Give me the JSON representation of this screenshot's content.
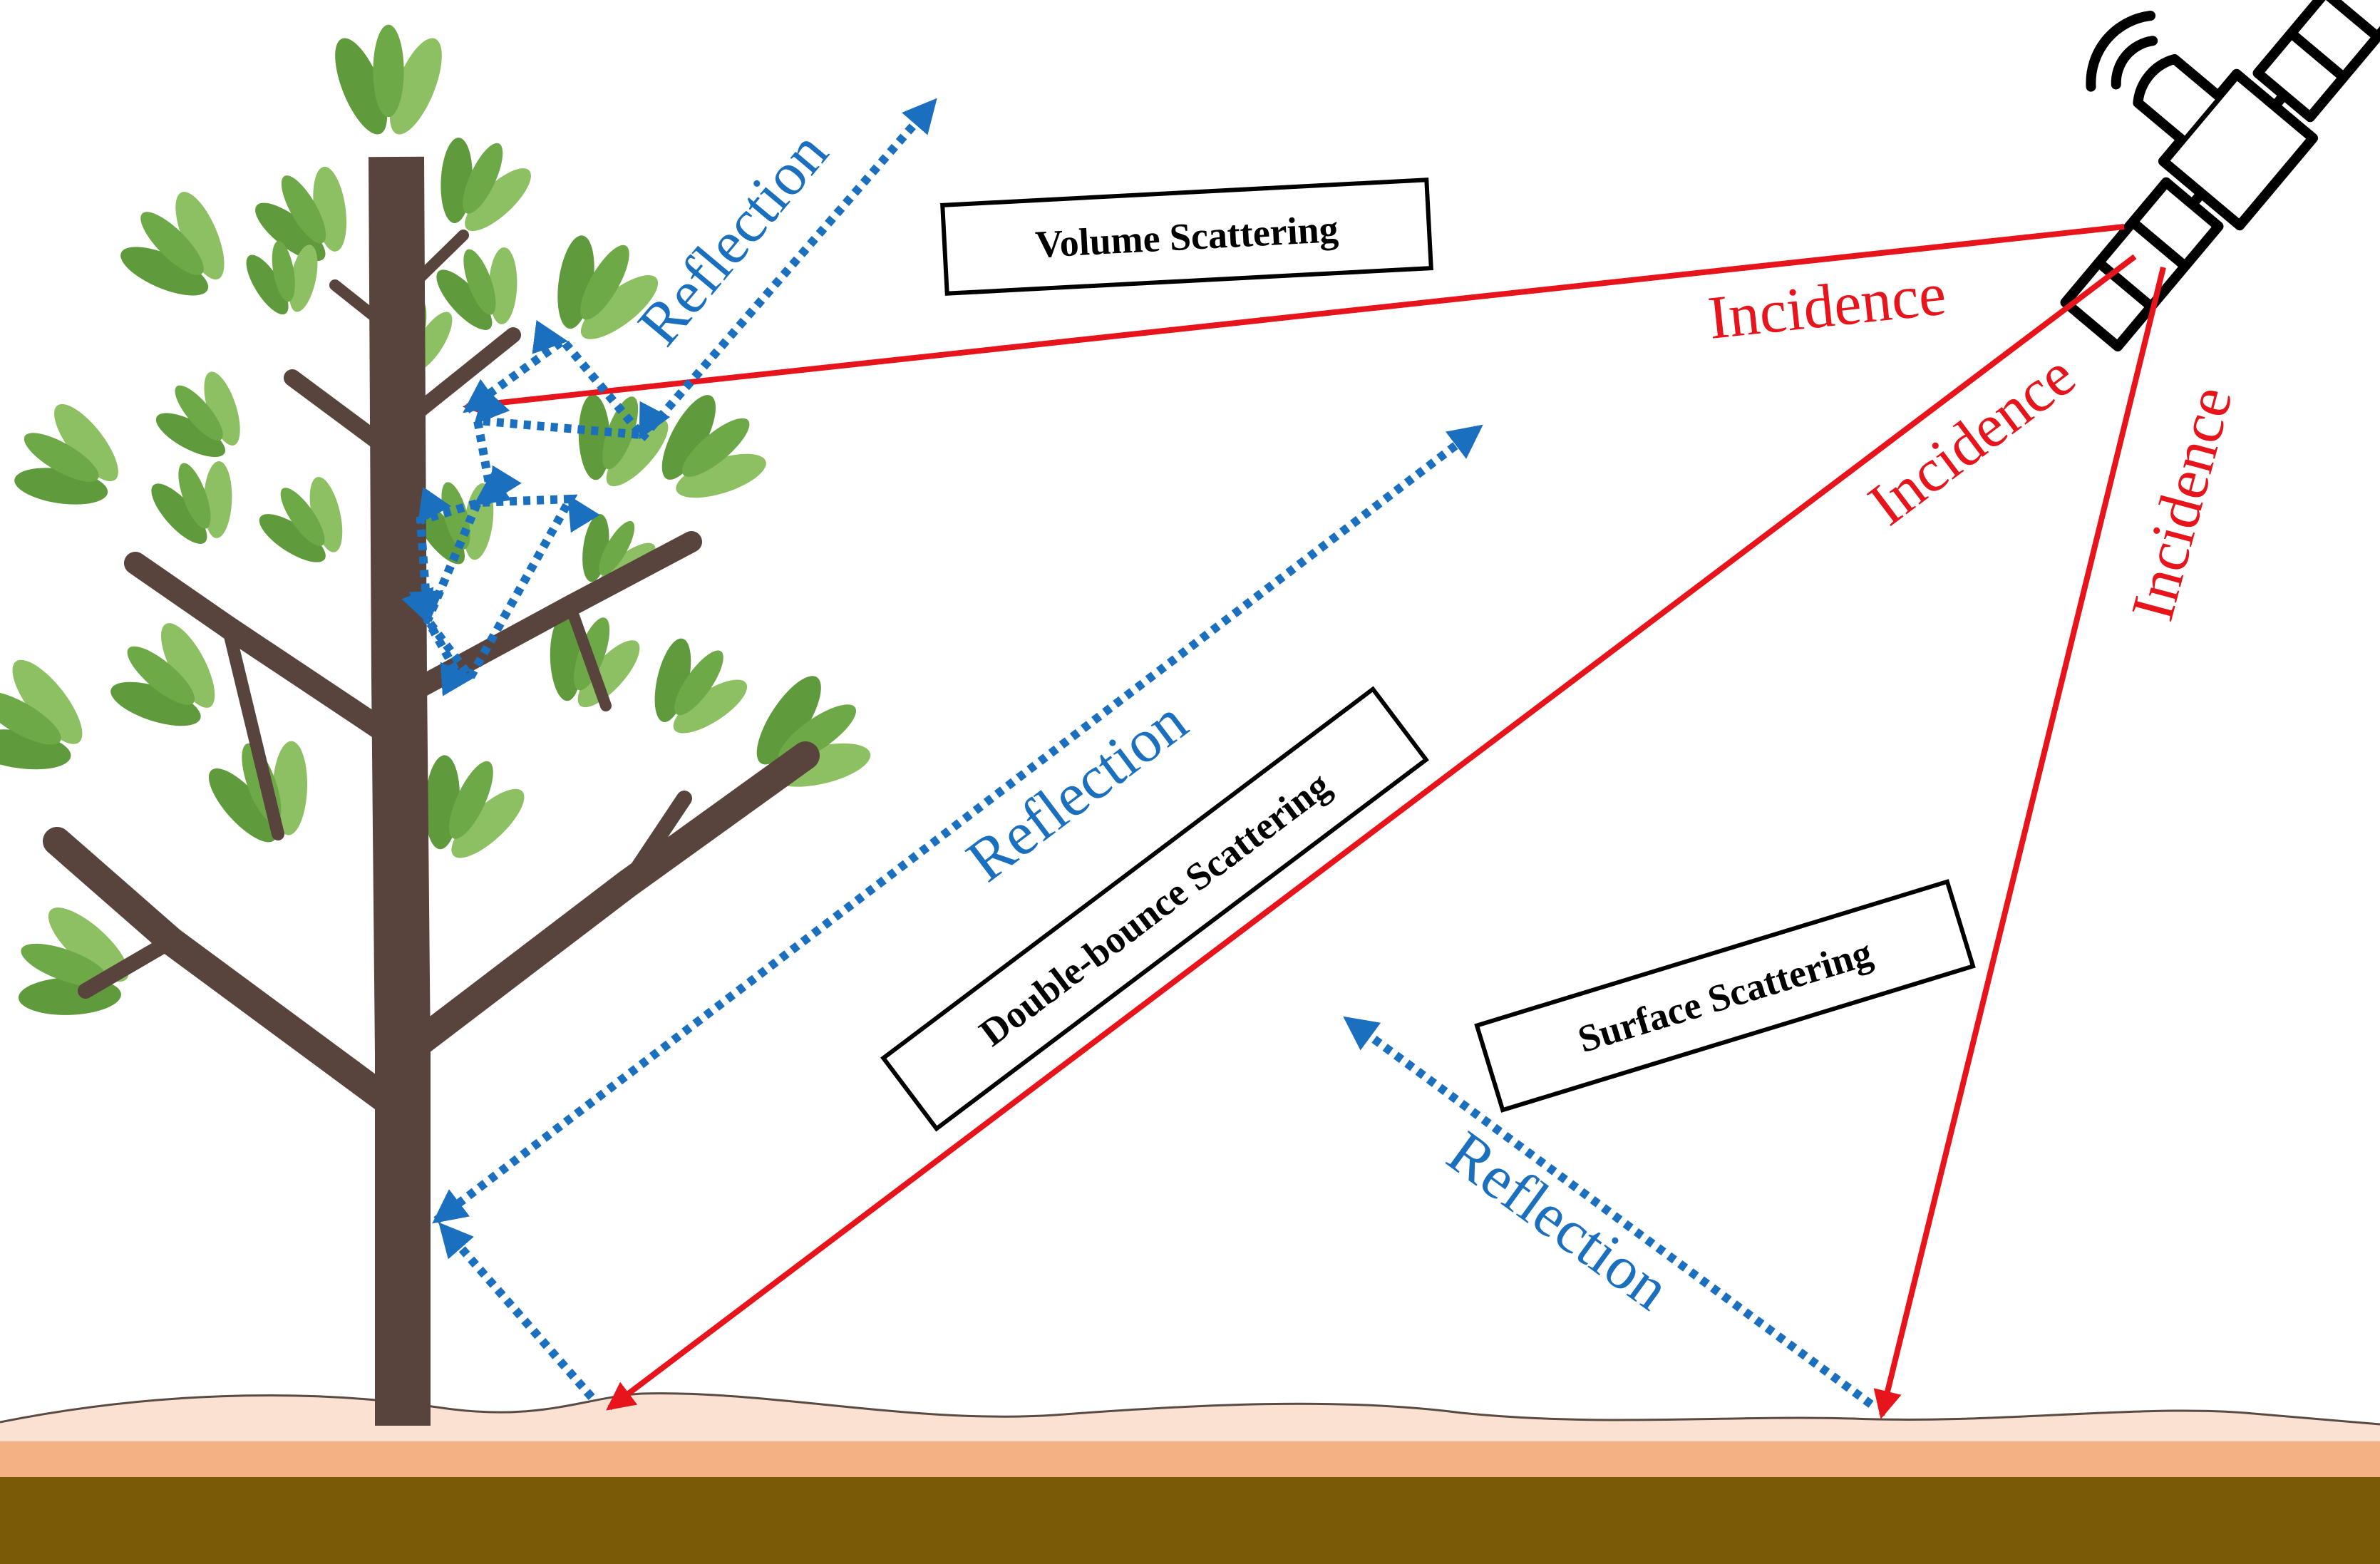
{
  "diagram": {
    "labels": {
      "volume": "Volume Scattering",
      "double_bounce": "Double-bounce Scattering",
      "surface": "Surface Scattering",
      "incidence": "Incidence",
      "reflection": "Reflection"
    },
    "colors": {
      "incidence": "#e8141b",
      "reflection": "#1a6fbf",
      "trunk": "#58443c",
      "leaf_dark": "#5f9a3c",
      "leaf_light": "#8cc062",
      "ground_top": "#fbe1d2",
      "ground_mid": "#f4b183",
      "ground_soil": "#7a5a07"
    },
    "icons": [
      "satellite-icon",
      "tree-icon"
    ]
  }
}
